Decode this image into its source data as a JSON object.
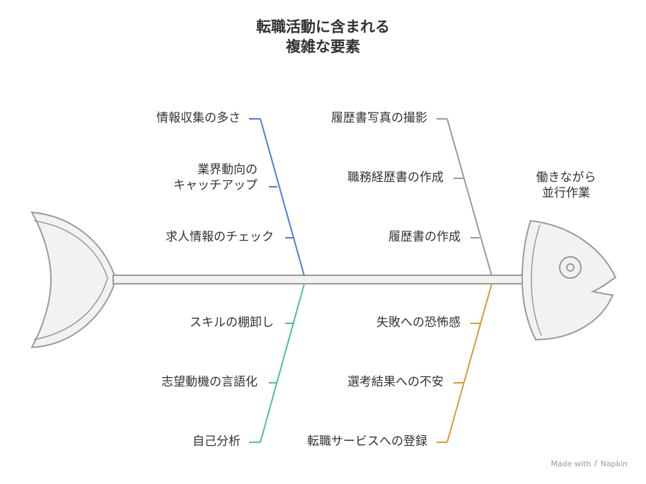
{
  "title": {
    "line1": "転職活動に含まれる",
    "line2": "複雑な要素"
  },
  "effect": {
    "line1": "働きながら",
    "line2": "並行作業"
  },
  "upper_left": {
    "color": "#4a7fd4",
    "items": [
      {
        "lines": [
          "情報収集の多さ"
        ]
      },
      {
        "lines": [
          "業界動向の",
          "キャッチアップ"
        ]
      },
      {
        "lines": [
          "求人情報のチェック"
        ]
      }
    ]
  },
  "upper_right": {
    "color": "#9a9a9a",
    "items": [
      {
        "lines": [
          "履歴書写真の撮影"
        ]
      },
      {
        "lines": [
          "職務経歴書の作成"
        ]
      },
      {
        "lines": [
          "履歴書の作成"
        ]
      }
    ]
  },
  "lower_left": {
    "color": "#4cc38a",
    "items": [
      {
        "lines": [
          "スキルの棚卸し"
        ]
      },
      {
        "lines": [
          "志望動機の言語化"
        ]
      },
      {
        "lines": [
          "自己分析"
        ]
      }
    ]
  },
  "lower_right": {
    "color": "#d99a3a",
    "items": [
      {
        "lines": [
          "失敗への恐怖感"
        ]
      },
      {
        "lines": [
          "選考結果への不安"
        ]
      },
      {
        "lines": [
          "転職サービスへの登録"
        ]
      }
    ]
  },
  "footer": {
    "made_with": "Made with",
    "brand": "Napkin",
    "logo_icon": "napkin-logo-icon"
  },
  "colors": {
    "outline": "#9a9a9a",
    "fill": "#f2f2f2",
    "text": "#333333"
  }
}
